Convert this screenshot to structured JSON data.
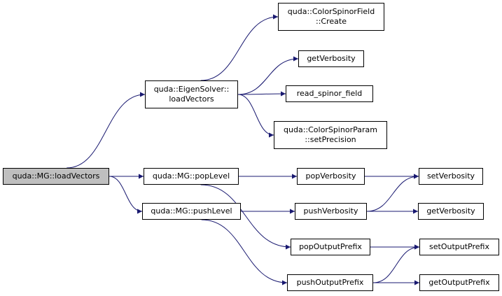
{
  "diagram": {
    "colors": {
      "edge": "#191970",
      "node_border": "#000000",
      "root_fill": "#bfbfbf",
      "node_fill": "#ffffff"
    },
    "nodes": {
      "root": {
        "lines": [
          "quda::MG::loadVectors"
        ]
      },
      "eigen_load": {
        "lines": [
          "quda::EigenSolver::",
          "loadVectors"
        ]
      },
      "pop_level": {
        "lines": [
          "quda::MG::popLevel"
        ]
      },
      "push_level": {
        "lines": [
          "quda::MG::pushLevel"
        ]
      },
      "csf_create": {
        "lines": [
          "quda::ColorSpinorField",
          "::Create"
        ]
      },
      "get_verbosity_top": {
        "lines": [
          "getVerbosity"
        ]
      },
      "read_spinor": {
        "lines": [
          "read_spinor_field"
        ]
      },
      "csp_setprec": {
        "lines": [
          "quda::ColorSpinorParam",
          "::setPrecision"
        ]
      },
      "pop_verbosity": {
        "lines": [
          "popVerbosity"
        ]
      },
      "push_verbosity": {
        "lines": [
          "pushVerbosity"
        ]
      },
      "pop_output_prefix": {
        "lines": [
          "popOutputPrefix"
        ]
      },
      "push_output_prefix": {
        "lines": [
          "pushOutputPrefix"
        ]
      },
      "set_verbosity": {
        "lines": [
          "setVerbosity"
        ]
      },
      "get_verbosity_bottom": {
        "lines": [
          "getVerbosity"
        ]
      },
      "set_output_prefix": {
        "lines": [
          "setOutputPrefix"
        ]
      },
      "get_output_prefix": {
        "lines": [
          "getOutputPrefix"
        ]
      }
    },
    "edges": [
      [
        "root",
        "eigen_load"
      ],
      [
        "root",
        "pop_level"
      ],
      [
        "root",
        "push_level"
      ],
      [
        "eigen_load",
        "csf_create"
      ],
      [
        "eigen_load",
        "get_verbosity_top"
      ],
      [
        "eigen_load",
        "read_spinor"
      ],
      [
        "eigen_load",
        "csp_setprec"
      ],
      [
        "pop_level",
        "pop_verbosity"
      ],
      [
        "pop_level",
        "pop_output_prefix"
      ],
      [
        "push_level",
        "push_verbosity"
      ],
      [
        "push_level",
        "push_output_prefix"
      ],
      [
        "pop_verbosity",
        "set_verbosity"
      ],
      [
        "push_verbosity",
        "set_verbosity"
      ],
      [
        "push_verbosity",
        "get_verbosity_bottom"
      ],
      [
        "pop_output_prefix",
        "set_output_prefix"
      ],
      [
        "push_output_prefix",
        "set_output_prefix"
      ],
      [
        "push_output_prefix",
        "get_output_prefix"
      ]
    ]
  }
}
